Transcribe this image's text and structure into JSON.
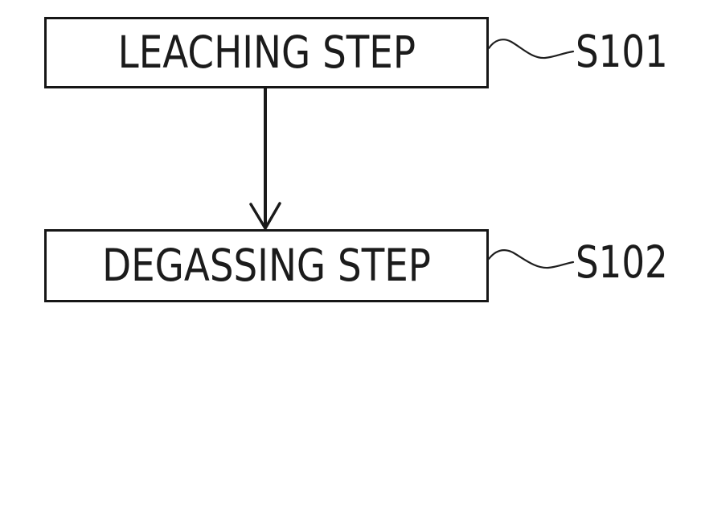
{
  "diagram": {
    "type": "flowchart",
    "background_color": "#ffffff",
    "ink_color": "#1a1a1a",
    "steps": [
      {
        "label": "LEACHING STEP",
        "ref": "S101"
      },
      {
        "label": "DEGASSING STEP",
        "ref": "S102"
      }
    ],
    "connections": [
      {
        "from": "LEACHING STEP",
        "to": "DEGASSING STEP",
        "style": "vertical-arrow-down"
      }
    ],
    "leader_lines": [
      {
        "attaches_to": "LEACHING STEP",
        "points_to": "S101",
        "style": "squiggle"
      },
      {
        "attaches_to": "DEGASSING STEP",
        "points_to": "S102",
        "style": "squiggle"
      }
    ]
  }
}
